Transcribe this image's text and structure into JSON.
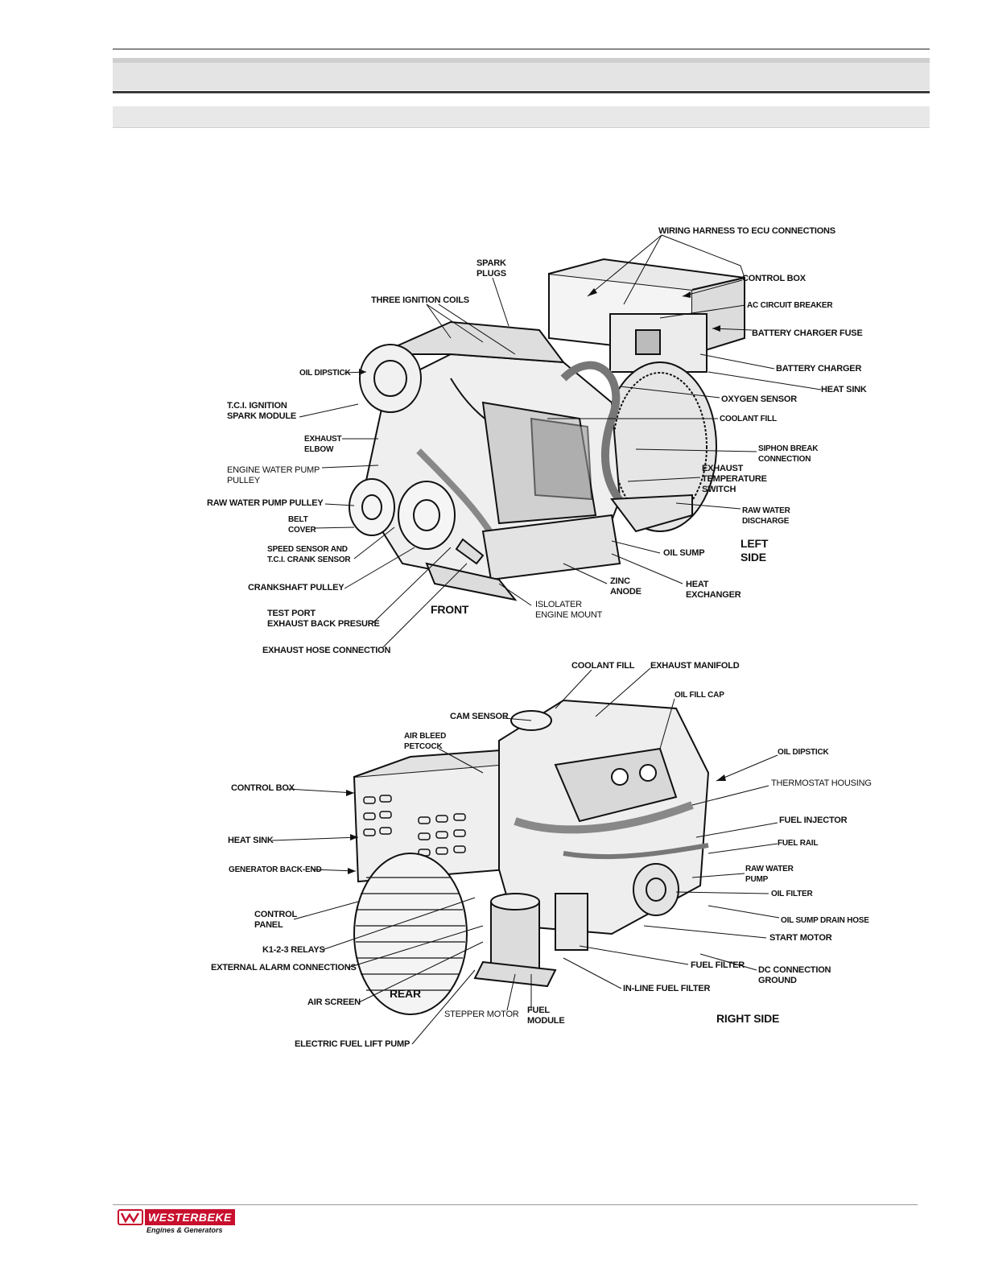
{
  "top_view": {
    "labels": {
      "wiring_harness": "WIRING HARNESS TO ECU CONNECTIONS",
      "spark_plugs": "SPARK\nPLUGS",
      "control_box": "CONTROL BOX",
      "three_ignition_coils": "THREE IGNITION COILS",
      "ac_circuit_breaker": "AC CIRCUIT BREAKER",
      "battery_charger_fuse": "BATTERY CHARGER FUSE",
      "oil_dipstick": "OIL DIPSTICK",
      "battery_charger": "BATTERY CHARGER",
      "heat_sink": "HEAT SINK",
      "oxygen_sensor": "OXYGEN SENSOR",
      "tci_ignition": "T.C.I. IGNITION\nSPARK MODULE",
      "coolant_fill": "COOLANT FILL",
      "exhaust_elbow": "EXHAUST\nELBOW",
      "siphon_break": "SIPHON BREAK\nCONNECTION",
      "engine_water_pump": "ENGINE WATER PUMP\nPULLEY",
      "exhaust_temp_switch": "EXHAUST\nTEMPERATURE\nSWITCH",
      "raw_water_pump_pulley": "RAW WATER PUMP PULLEY",
      "raw_water_discharge": "RAW WATER\nDISCHARGE",
      "belt_cover": "BELT\nCOVER",
      "speed_sensor": "SPEED SENSOR AND\nT.C.I. CRANK SENSOR",
      "oil_sump": "OIL SUMP",
      "left_side": "LEFT\nSIDE",
      "zinc_anode": "ZINC\nANODE",
      "crankshaft_pulley": "CRANKSHAFT PULLEY",
      "heat_exchanger": "HEAT\nEXCHANGER",
      "front": "FRONT",
      "islolater": "ISLOLATER\nENGINE MOUNT",
      "test_port": "TEST PORT\nEXHAUST BACK PRESURE",
      "exhaust_hose": "EXHAUST HOSE CONNECTION"
    }
  },
  "bottom_view": {
    "labels": {
      "coolant_fill": "COOLANT FILL",
      "exhaust_manifold": "EXHAUST MANIFOLD",
      "oil_fill_cap": "OIL FILL CAP",
      "cam_sensor": "CAM SENSOR",
      "air_bleed": "AIR BLEED\nPETCOCK",
      "oil_dipstick": "OIL DIPSTICK",
      "control_box": "CONTROL BOX",
      "thermostat_housing": "THERMOSTAT HOUSING",
      "fuel_injector": "FUEL INJECTOR",
      "heat_sink": "HEAT SINK",
      "fuel_rail": "FUEL RAIL",
      "generator_back_end": "GENERATOR BACK-END",
      "raw_water_pump": "RAW WATER\nPUMP",
      "oil_filter": "OIL FILTER",
      "control_panel": "CONTROL\nPANEL",
      "oil_sump_drain": "OIL SUMP DRAIN HOSE",
      "start_motor": "START MOTOR",
      "k123_relays": "K1-2-3 RELAYS",
      "fuel_filter": "FUEL FILTER",
      "external_alarm": "EXTERNAL ALARM CONNECTIONS",
      "dc_connection": "DC CONNECTION\nGROUND",
      "inline_fuel_filter": "IN-LINE FUEL FILTER",
      "rear": "REAR",
      "air_screen": "AIR SCREEN",
      "stepper_motor": "STEPPER MOTOR",
      "fuel_module": "FUEL\nMODULE",
      "right_side": "RIGHT SIDE",
      "electric_fuel_lift_pump": "ELECTRIC FUEL LIFT PUMP"
    }
  },
  "footer": {
    "brand": "WESTERBEKE",
    "tagline": "Engines & Generators",
    "brand_color": "#c8102e"
  }
}
